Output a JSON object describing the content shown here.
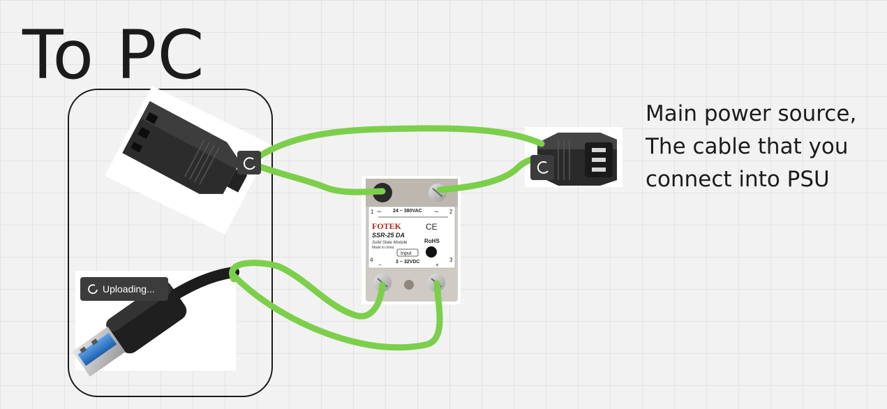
{
  "title": "To PC",
  "note": {
    "line1": "Main power source,",
    "line2": "The cable that you",
    "line3": "connect into PSU"
  },
  "upload_status": "Uploading...",
  "relay": {
    "brand": "FOTEK",
    "model": "SSR-25 DA",
    "subtitle": "Solid State Module",
    "origin": "Made in china",
    "ac_range": "24 ~ 380VAC",
    "dc_range": "3 ~ 32VDC",
    "input_label": "Input",
    "ce": "CE",
    "rohs": "RoHS",
    "pin1": "1",
    "pin2": "2",
    "pin3": "3",
    "pin4": "4",
    "minus": "−",
    "plus": "+",
    "tilde_left": "~",
    "tilde_right": "~"
  },
  "colors": {
    "wire": "#7ccf4a",
    "boundary": "#1b1b1b",
    "toast_bg": "#3c3c3c"
  },
  "icons": [
    "female-iec-connector",
    "male-iec-connector",
    "usb-a-plug",
    "solid-state-relay",
    "spinner-icon"
  ]
}
